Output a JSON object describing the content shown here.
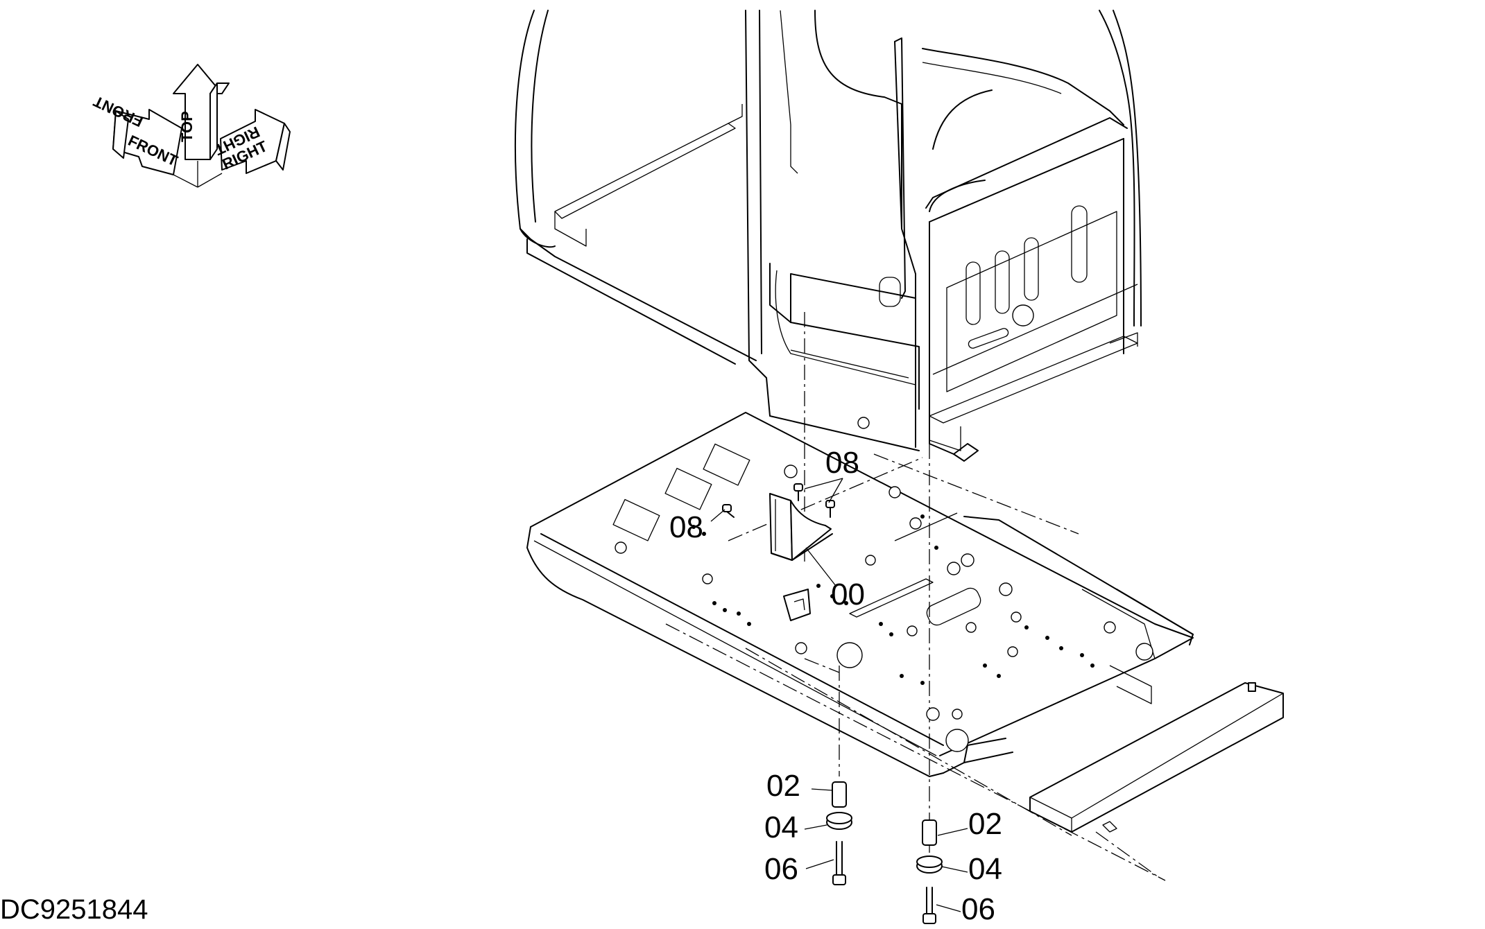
{
  "orientation": {
    "front_label": "FRONT",
    "top_label": "TOP",
    "right_label": "RIGHT"
  },
  "callouts": {
    "bracket": "00",
    "spacer_left": "02",
    "spacer_right": "02",
    "cushion_left": "04",
    "cushion_right": "04",
    "bolt_left": "06",
    "bolt_right": "06",
    "screw_upper": "08",
    "screw_left": "08"
  },
  "document_id": "DC9251844"
}
